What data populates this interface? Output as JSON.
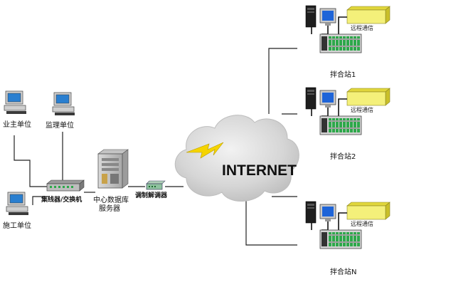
{
  "left_sites": {
    "owner": "业主单位",
    "supervisor": "监理单位",
    "constructor": "施工单位"
  },
  "hub": "集线器/交换机",
  "server": [
    "中心数据库",
    "服务器"
  ],
  "modem": "调制解调器",
  "internet": "INTERNET",
  "stations": [
    {
      "name": "拌合站1",
      "comm": "远程通信"
    },
    {
      "name": "拌合站2",
      "comm": "远程通信"
    },
    {
      "name": "拌合站N",
      "comm": "远程通信"
    }
  ],
  "colors": {
    "line": "#222222",
    "cloud": "#d4d4d4",
    "lightning": "#f5d400",
    "comm_box": "#f4f07a",
    "monitor_screen": "#1e64d8",
    "plc_green": "#2da84a"
  }
}
